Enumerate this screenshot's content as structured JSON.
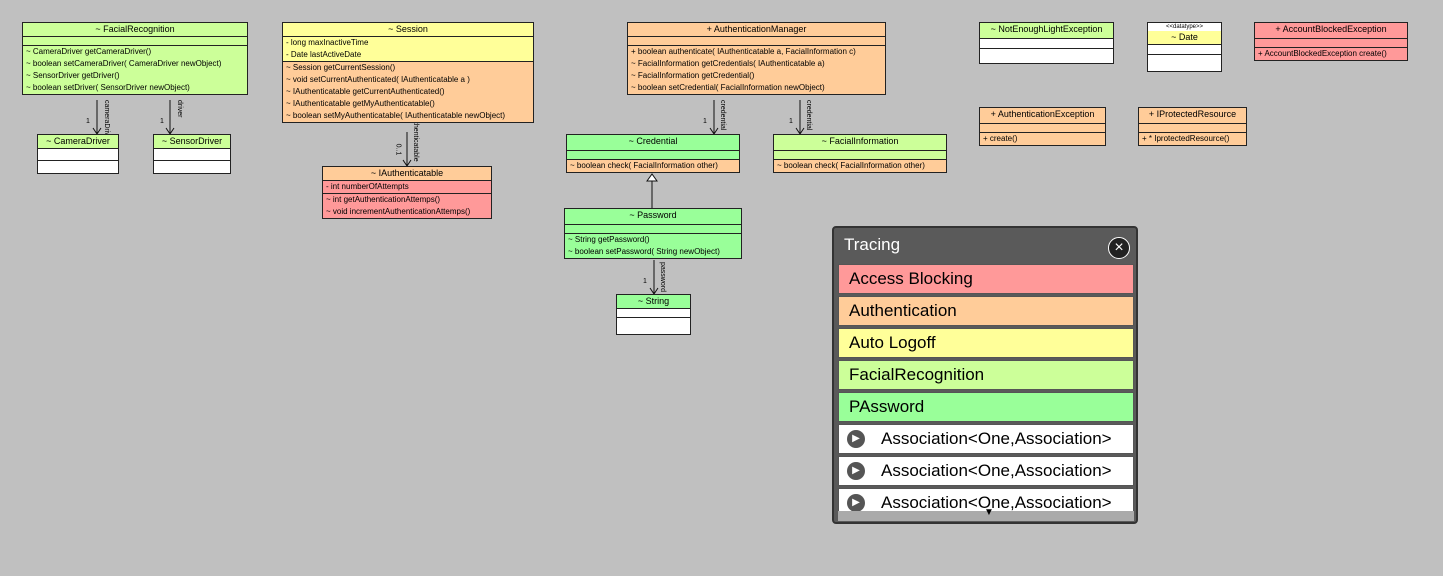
{
  "classes": {
    "facial_recognition": {
      "title": "~ FacialRecognition",
      "methods": [
        "~ CameraDriver getCameraDriver()",
        "~ boolean setCameraDriver( CameraDriver newObject)",
        "~ SensorDriver getDriver()",
        "~ boolean setDriver( SensorDriver newObject)"
      ]
    },
    "camera_driver": {
      "title": "~ CameraDriver"
    },
    "sensor_driver": {
      "title": "~ SensorDriver"
    },
    "session": {
      "title": "~ Session",
      "attributes": [
        "- long maxInactiveTime",
        "- Date lastActiveDate"
      ],
      "methods": [
        "~ Session getCurrentSession()",
        "~ void setCurrentAuthenticated( IAuthenticatable a )",
        "~ IAuthenticatable getCurrentAuthenticated()",
        "~ IAuthenticatable getMyAuthenticatable()",
        "~ boolean setMyAuthenticatable( IAuthenticatable newObject)"
      ]
    },
    "iauthenticatable": {
      "title": "~ IAuthenticatable",
      "attributes": [
        "- int numberOfAttempts"
      ],
      "methods": [
        "~ int getAuthenticationAttemps()",
        "~ void incrementAuthenticationAttemps()"
      ]
    },
    "authentication_manager": {
      "title": "+ AuthenticationManager",
      "methods": [
        "+ boolean authenticate( IAuthenticatable a, FacialInformation c)",
        "~ FacialInformation getCredentials( IAuthenticatable a)",
        "~ FacialInformation getCredential()",
        "~ boolean setCredential( FacialInformation newObject)"
      ]
    },
    "credential": {
      "title": "~ Credential",
      "methods": [
        "~ boolean check( FacialInformation other)"
      ]
    },
    "facial_information": {
      "title": "~ FacialInformation",
      "methods": [
        "~ boolean check( FacialInformation other)"
      ]
    },
    "password": {
      "title": "~ Password",
      "methods": [
        "~ String getPassword()",
        "~ boolean setPassword( String newObject)"
      ]
    },
    "string": {
      "title": "~ String"
    },
    "not_enough_light": {
      "title": "~ NotEnoughLightException"
    },
    "date": {
      "stereotype": "<<datatype>>",
      "title": "~ Date"
    },
    "account_blocked": {
      "title": "+ AccountBlockedException",
      "methods": [
        "+ AccountBlockedException create()"
      ]
    },
    "authentication_exception": {
      "title": "+ AuthenticationException",
      "methods": [
        "+ create()"
      ]
    },
    "iprotected_resource": {
      "title": "+ IProtectedResource",
      "methods": [
        "+ * IprotectedResource()"
      ]
    }
  },
  "edge_labels": {
    "camera_driver": "cameraDriver",
    "camera_mult": "1",
    "driver": "driver",
    "driver_mult": "1",
    "my_auth": "myAuthenticatable",
    "my_auth_mult": "0..1",
    "credential": "credential",
    "credential_mult": "1",
    "credential2": "credential",
    "credential2_mult": "1",
    "password": "password",
    "password_mult": "1"
  },
  "tracing": {
    "title": "Tracing",
    "close_icon": "×",
    "features": [
      {
        "label": "Access Blocking",
        "color": "#ff9999"
      },
      {
        "label": "Authentication",
        "color": "#ffcc99"
      },
      {
        "label": "Auto Logoff",
        "color": "#ffff99"
      },
      {
        "label": "FacialRecognition",
        "color": "#ccff99"
      },
      {
        "label": "PAssword",
        "color": "#99ff99"
      }
    ],
    "associations": [
      "Association<One,Association>",
      "Association<One,Association>",
      "Association<One,Association>"
    ]
  }
}
